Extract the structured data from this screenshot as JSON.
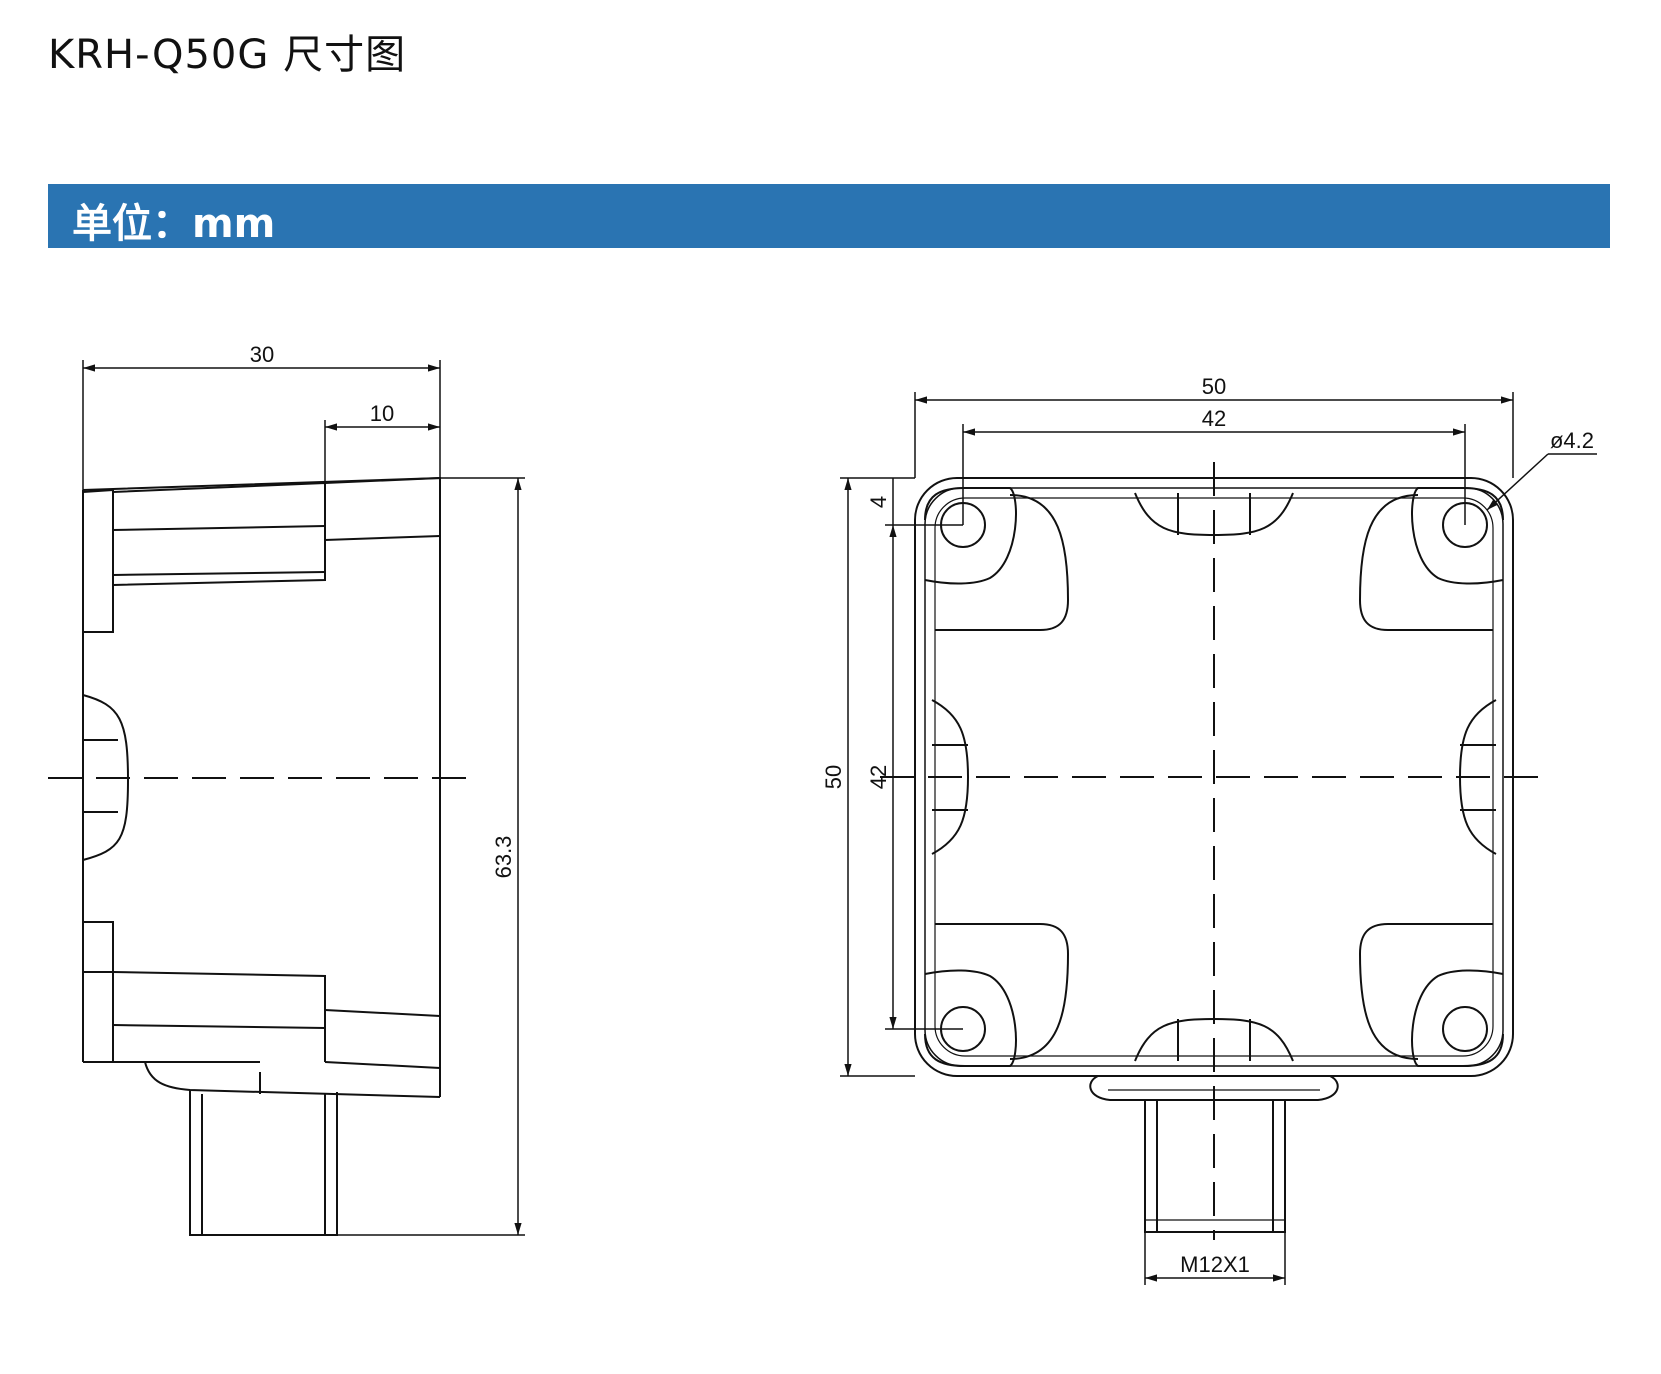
{
  "title": "KRH-Q50G 尺寸图",
  "unit_label": "单位：mm",
  "side_view": {
    "dim_width": "30",
    "dim_offset": "10",
    "dim_height": "63.3"
  },
  "front_view": {
    "dim_outer_width": "50",
    "dim_hole_spacing_x": "42",
    "dim_hole_diameter": "ø4.2",
    "dim_hole_offset": "4",
    "dim_outer_height": "50",
    "dim_hole_spacing_y": "42",
    "dim_thread": "M12X1"
  }
}
